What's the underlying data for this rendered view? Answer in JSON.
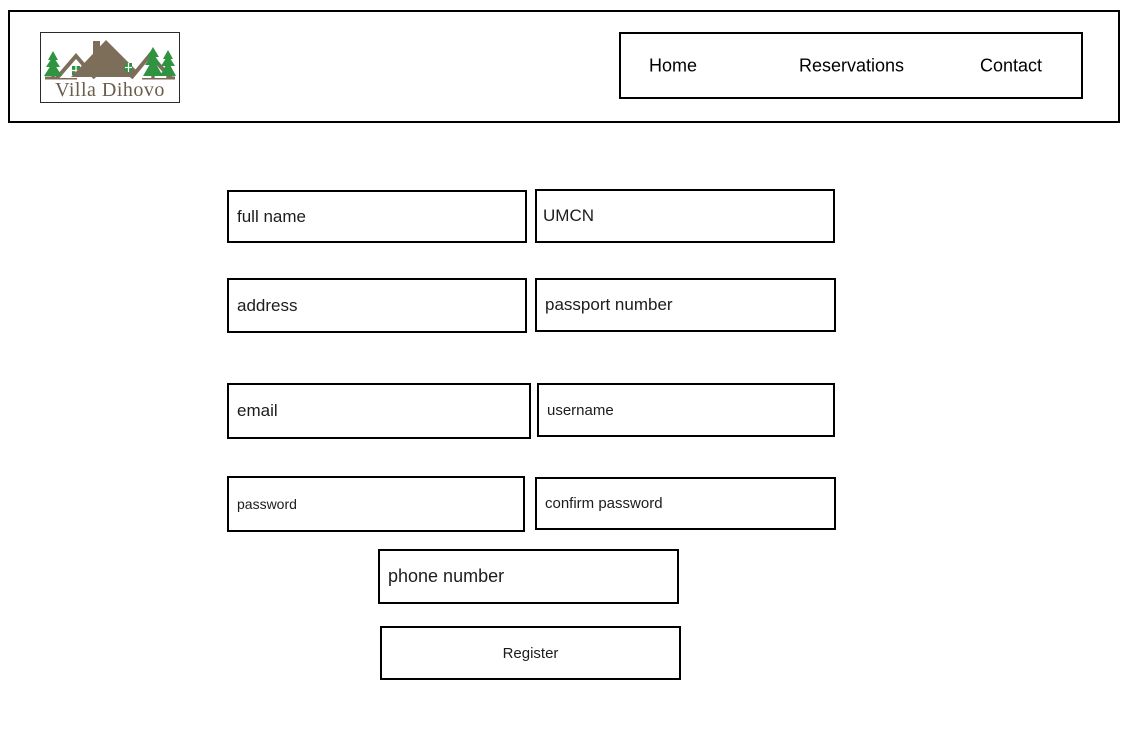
{
  "brand": {
    "name": "Villa Dihovo"
  },
  "nav": {
    "items": [
      {
        "label": "Home"
      },
      {
        "label": "Reservations"
      },
      {
        "label": "Contact"
      }
    ]
  },
  "form": {
    "fields": [
      {
        "name": "full-name",
        "placeholder": "full name"
      },
      {
        "name": "umcn",
        "placeholder": "UMCN"
      },
      {
        "name": "address",
        "placeholder": "address"
      },
      {
        "name": "passport-number",
        "placeholder": "passport number"
      },
      {
        "name": "email",
        "placeholder": "email"
      },
      {
        "name": "username",
        "placeholder": "username"
      },
      {
        "name": "password",
        "placeholder": "password"
      },
      {
        "name": "confirm-password",
        "placeholder": "confirm password"
      },
      {
        "name": "phone-number",
        "placeholder": "phone number"
      }
    ],
    "submit_label": "Register"
  },
  "colors": {
    "logo_brown": "#7d6e5a",
    "logo_green": "#2e9440",
    "logo_text": "#6b5d4c",
    "border": "#000000",
    "text": "#1c1c1c",
    "background": "#ffffff"
  }
}
